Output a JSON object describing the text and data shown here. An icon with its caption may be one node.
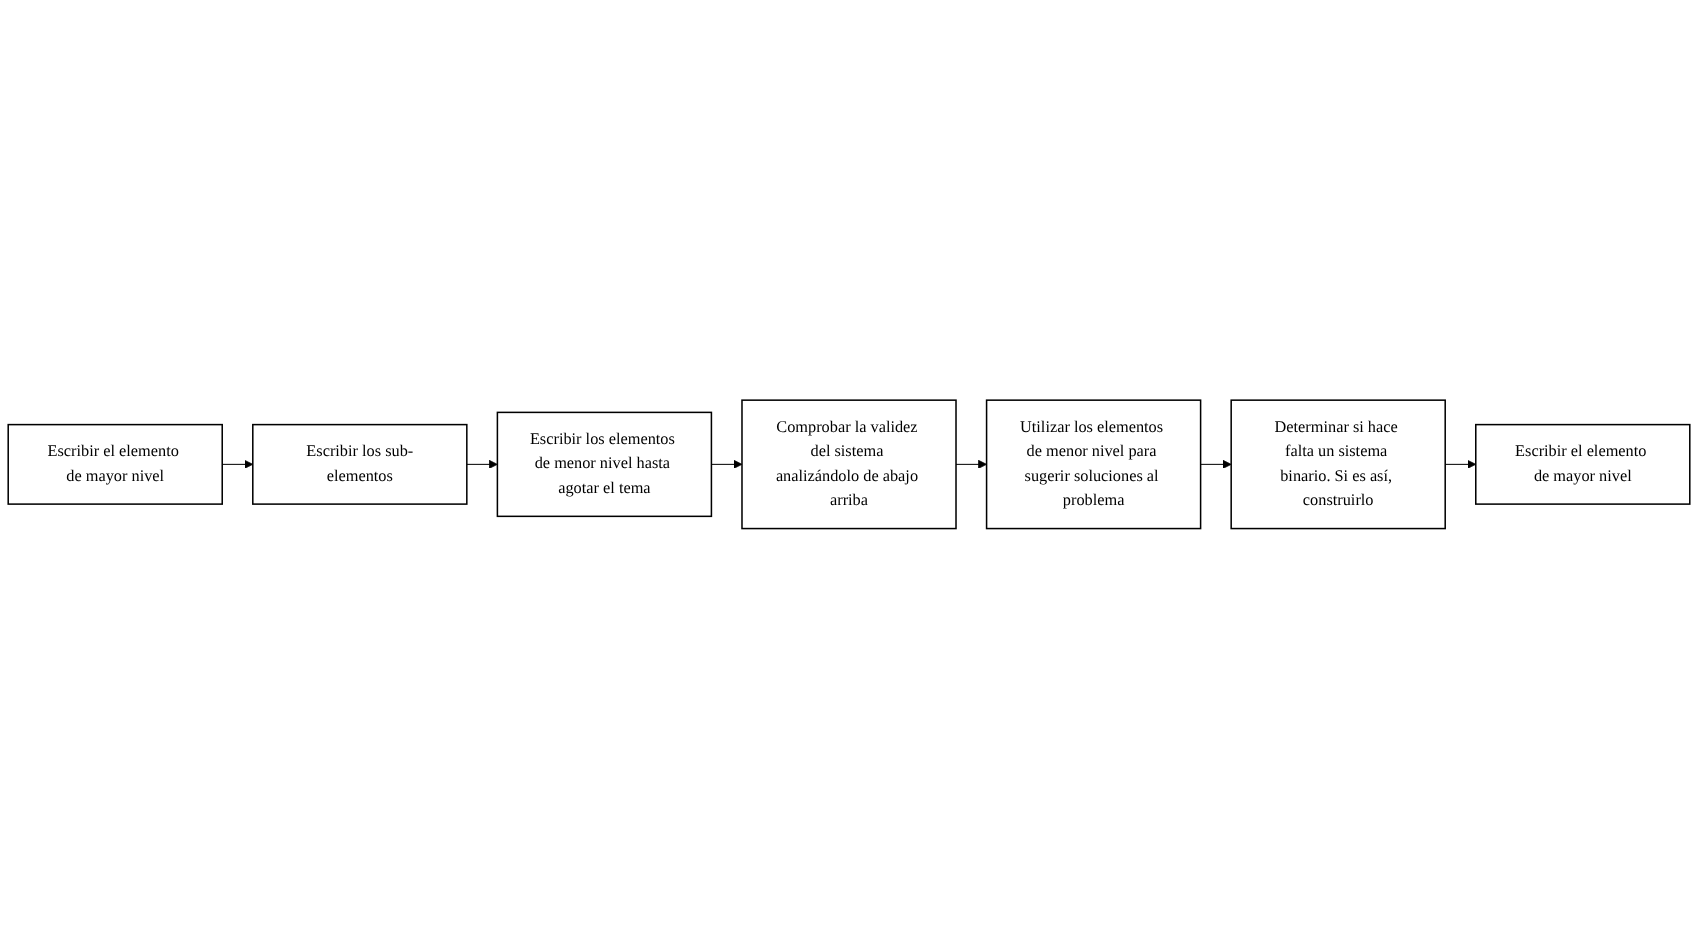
{
  "diagram": {
    "nodes": [
      {
        "text": [
          "Escribir el elemento de mayor nivel"
        ]
      },
      {
        "text": [
          "Escribir los sub-elementos"
        ]
      },
      {
        "text": [
          "Escribir los elementos de menor nivel hasta agotar el tema"
        ]
      },
      {
        "text": [
          "Comprobar la validez del sistema analizándolo de abajo arriba"
        ]
      },
      {
        "text": [
          "Utilizar los elementos de menor nivel para sugerir soluciones al problema"
        ]
      },
      {
        "text": [
          "Determinar si hace falta un sistema binario. Si es así, construirlo"
        ]
      },
      {
        "text": [
          "Escribir el elemento de mayor nivel"
        ]
      }
    ],
    "edges": [
      {
        "from": 0,
        "to": 1,
        "arrow": "to"
      },
      {
        "from": 1,
        "to": 2,
        "arrow": "to"
      },
      {
        "from": 2,
        "to": 3,
        "arrow": "to"
      },
      {
        "from": 3,
        "to": 4,
        "arrow": "to"
      },
      {
        "from": 4,
        "to": 5,
        "arrow": "to"
      },
      {
        "from": 5,
        "to": 6,
        "arrow": "to"
      }
    ]
  }
}
